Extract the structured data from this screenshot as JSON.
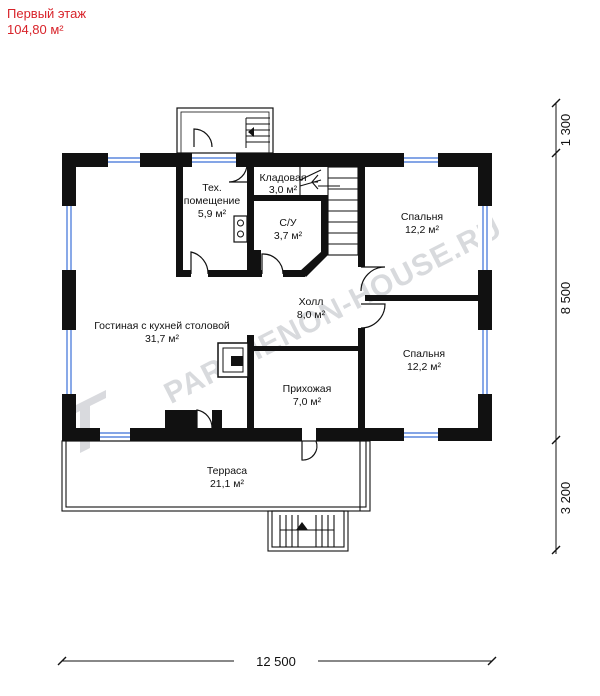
{
  "header": {
    "floor_title": "Первый этаж",
    "floor_area": "104,80 м²"
  },
  "rooms": {
    "tech": {
      "name_line1": "Тех.",
      "name_line2": "помещение",
      "area": "5,9 м²"
    },
    "pantry": {
      "name": "Кладовая",
      "area": "3,0 м²"
    },
    "wc": {
      "name": "С/У",
      "area": "3,7 м²"
    },
    "bedroom_top": {
      "name": "Спальня",
      "area": "12,2 м²"
    },
    "hall": {
      "name": "Холл",
      "area": "8,0 м²"
    },
    "living": {
      "name": "Гостиная с кухней столовой",
      "area": "31,7 м²"
    },
    "bedroom_bottom": {
      "name": "Спальня",
      "area": "12,2 м²"
    },
    "entry": {
      "name": "Прихожая",
      "area": "7,0 м²"
    },
    "terrace": {
      "name": "Терраса",
      "area": "21,1 м²"
    }
  },
  "dimensions": {
    "top": "1 300",
    "middle": "8 500",
    "bottom": "3 200",
    "width": "12 500"
  },
  "watermark": "PARTHENON-HOUSE.RU"
}
